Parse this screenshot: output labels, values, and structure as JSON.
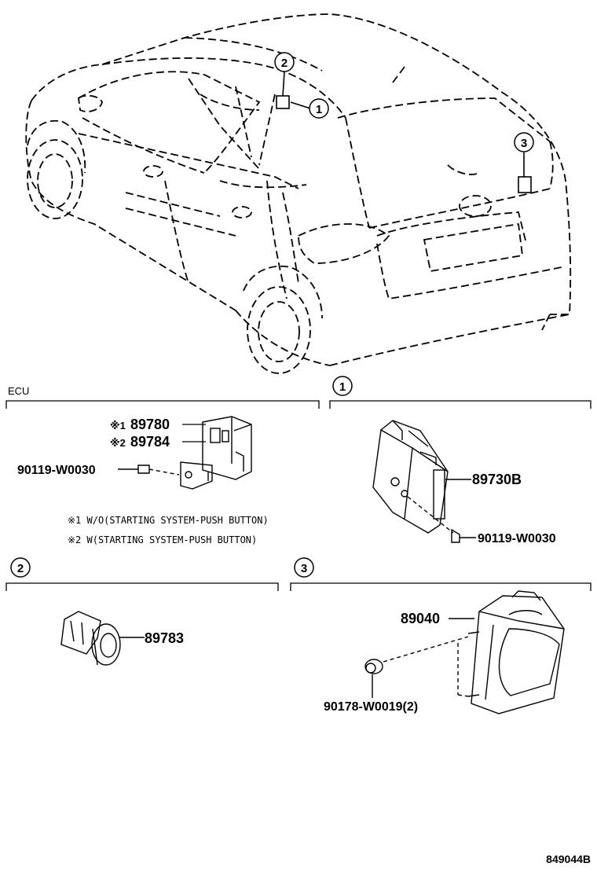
{
  "car_callouts": [
    "2",
    "1",
    "3"
  ],
  "sections": {
    "ecu": {
      "label": "ECU",
      "parts": {
        "main_1": "89780",
        "main_2": "89784",
        "mark_1": "※1",
        "mark_2": "※2",
        "bolt": "90119-W0030"
      },
      "notes": [
        "※1 W/O(STARTING SYSTEM-PUSH BUTTON)",
        "※2 W(STARTING SYSTEM-PUSH BUTTON)"
      ]
    },
    "s1": {
      "callout": "1",
      "parts": {
        "module": "89730B",
        "bolt": "90119-W0030"
      }
    },
    "s2": {
      "callout": "2",
      "parts": {
        "coil": "89783"
      }
    },
    "s3": {
      "callout": "3",
      "parts": {
        "siren": "89040",
        "nut": "90178-W0019(2)"
      }
    }
  },
  "ref_code": "849044B"
}
